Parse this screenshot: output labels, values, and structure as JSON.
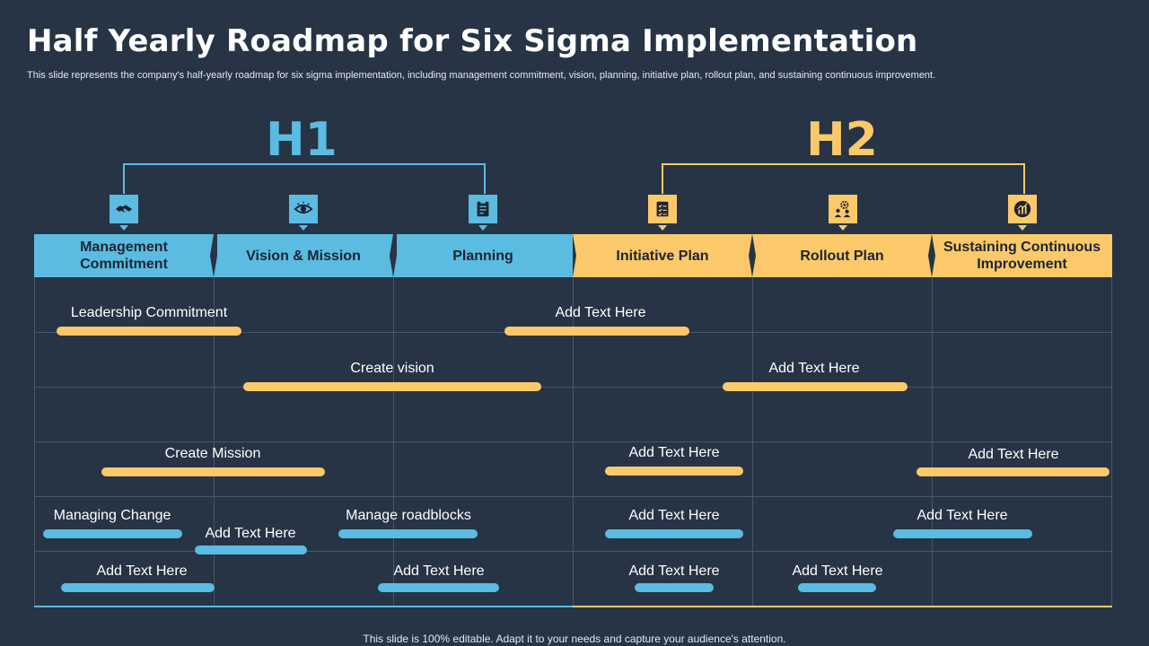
{
  "title": "Half Yearly Roadmap for Six Sigma Implementation",
  "subtitle": "This slide represents the company's half-yearly roadmap for six sigma implementation, including management commitment, vision, planning, initiative plan, rollout plan, and sustaining continuous improvement.",
  "colors": {
    "h1": "#5bbbe0",
    "h2": "#fcc96a",
    "background": "#263445",
    "grid": "#4a5568"
  },
  "phases": [
    {
      "label": "H1"
    },
    {
      "label": "H2"
    }
  ],
  "columns": [
    {
      "label": "Management Commitment",
      "icon": "handshake-icon"
    },
    {
      "label": "Vision & Mission",
      "icon": "eye-icon"
    },
    {
      "label": "Planning",
      "icon": "clipboard-icon"
    },
    {
      "label": "Initiative Plan",
      "icon": "checklist-icon"
    },
    {
      "label": "Rollout Plan",
      "icon": "people-gear-icon"
    },
    {
      "label": "Sustaining Continuous Improvement",
      "icon": "growth-chart-icon"
    }
  ],
  "tasks": [
    {
      "label": "Leadership Commitment",
      "color": "yellow"
    },
    {
      "label": "Add Text Here",
      "color": "yellow"
    },
    {
      "label": "Create vision",
      "color": "yellow"
    },
    {
      "label": "Add Text Here",
      "color": "yellow"
    },
    {
      "label": "Create Mission",
      "color": "yellow"
    },
    {
      "label": "Add Text Here",
      "color": "yellow"
    },
    {
      "label": "Add Text Here",
      "color": "yellow"
    },
    {
      "label": "Managing Change",
      "color": "blue"
    },
    {
      "label": "Add Text Here",
      "color": "blue"
    },
    {
      "label": "Manage roadblocks",
      "color": "blue"
    },
    {
      "label": "Add Text Here",
      "color": "blue"
    },
    {
      "label": "Add Text Here",
      "color": "blue"
    },
    {
      "label": "Add Text Here",
      "color": "blue"
    },
    {
      "label": "Add Text Here",
      "color": "blue"
    },
    {
      "label": "Add Text Here",
      "color": "blue"
    },
    {
      "label": "Add Text Here",
      "color": "blue"
    }
  ],
  "footer": "This slide is 100% editable. Adapt it to your needs and capture your audience's attention."
}
